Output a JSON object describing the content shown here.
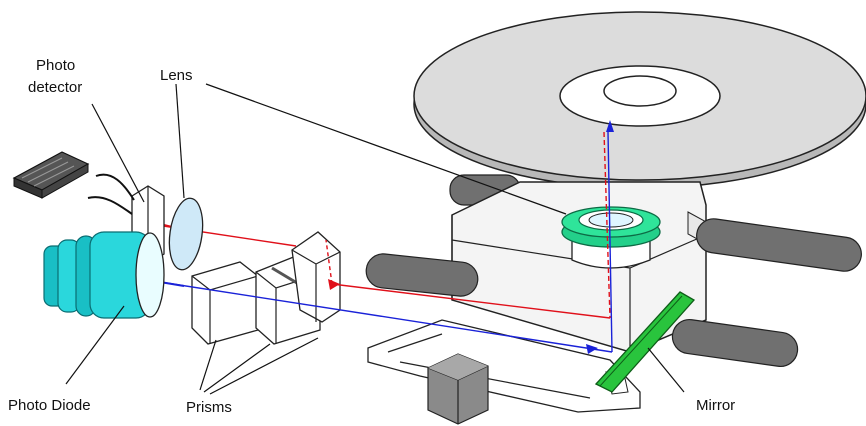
{
  "labels": {
    "photo_detector_line1": "Photo",
    "photo_detector_line2": "detector",
    "lens": "Lens",
    "photo_diode": "Photo Diode",
    "prisms": "Prisms",
    "mirror": "Mirror"
  },
  "colors": {
    "disc": "#d9d9d9",
    "sled": "#f4f4f4",
    "rail": "#6f6f6f",
    "diode": "#2ad7dc",
    "lens_green": "#23d08a",
    "mirror_green": "#29c43d",
    "lens_glass": "#cfe9f8",
    "laser_red": "#e0101a",
    "laser_blue": "#1a22d8",
    "outline": "#222222"
  }
}
